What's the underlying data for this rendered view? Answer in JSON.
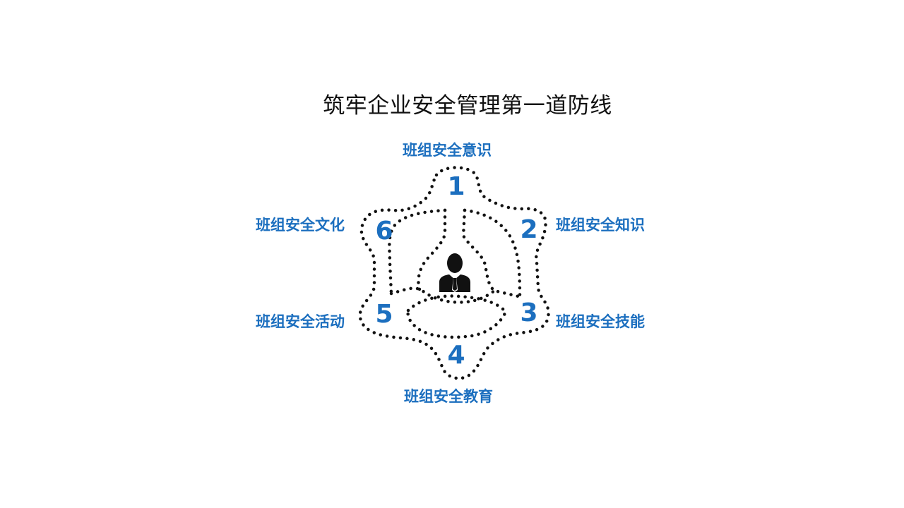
{
  "title": "筑牢企业安全管理第一道防线",
  "center": {
    "icon": "person-icon"
  },
  "segments": [
    {
      "number": "1",
      "label": "班组安全意识"
    },
    {
      "number": "2",
      "label": "班组安全知识"
    },
    {
      "number": "3",
      "label": "班组安全技能"
    },
    {
      "number": "4",
      "label": "班组安全教育"
    },
    {
      "number": "5",
      "label": "班组安全活动"
    },
    {
      "number": "6",
      "label": "班组安全文化"
    }
  ],
  "colors": {
    "accent": "#1c6fbf",
    "dots": "#111111",
    "text": "#111111"
  }
}
